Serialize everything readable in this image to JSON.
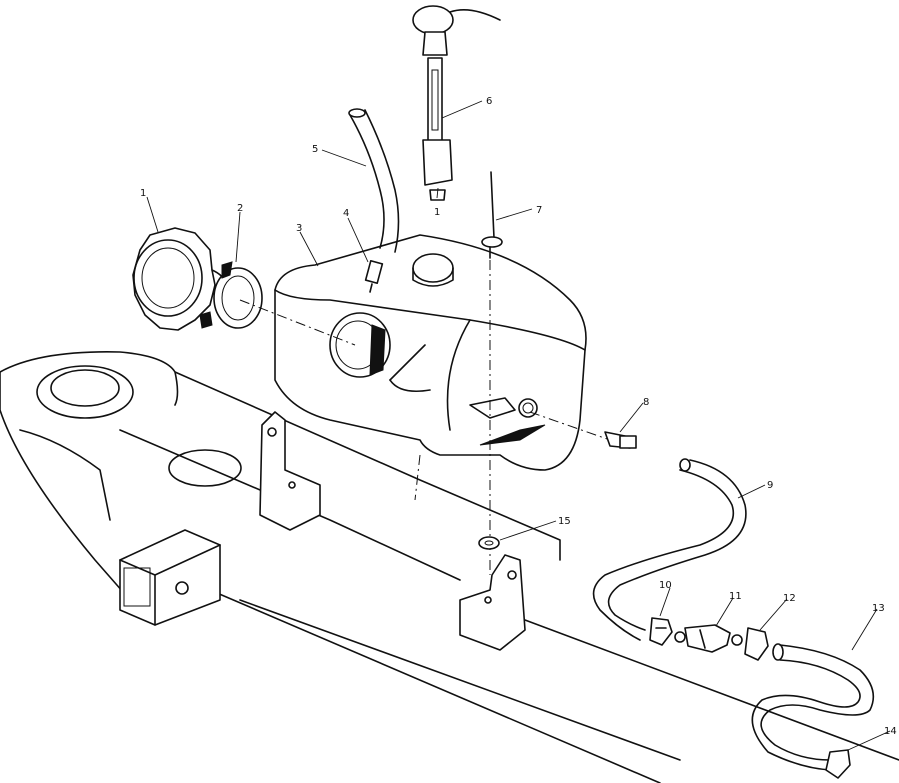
{
  "callouts": {
    "cap": "1",
    "gasket": "2",
    "tank": "3",
    "vent_fitting": "4",
    "vent_hose": "5",
    "dipstick": "6",
    "dipstick_bottom": "1",
    "sensor_rod": "7",
    "outlet_fitting": "8",
    "hose_upper": "9",
    "clamp_left": "10",
    "inline_filter": "11",
    "clamp_right": "12",
    "hose_lower": "13",
    "clamp_end": "14",
    "washer": "15"
  }
}
